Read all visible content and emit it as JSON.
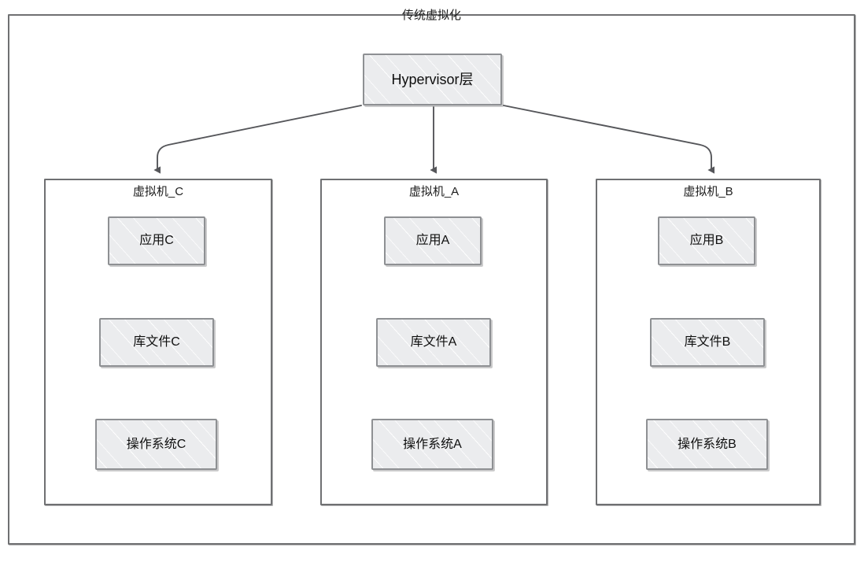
{
  "diagram": {
    "outer": {
      "title": "传统虚拟化"
    },
    "hypervisor": {
      "label": "Hypervisor层"
    },
    "vms": [
      {
        "title": "虚拟机_C",
        "app": "应用C",
        "lib": "库文件C",
        "os": "操作系统C"
      },
      {
        "title": "虚拟机_A",
        "app": "应用A",
        "lib": "库文件A",
        "os": "操作系统A"
      },
      {
        "title": "虚拟机_B",
        "app": "应用B",
        "lib": "库文件B",
        "os": "操作系统B"
      }
    ],
    "edges": [
      {
        "name": "hypervisor-to-vm-c"
      },
      {
        "name": "hypervisor-to-vm-a"
      },
      {
        "name": "hypervisor-to-vm-b"
      }
    ],
    "colors": {
      "background": "#ffffff",
      "container_border": "#6f7072",
      "box_border": "#8e9093",
      "box_fill": "#ebecee",
      "connector": "#4a4a4c",
      "text": "#0f0f0f"
    }
  }
}
